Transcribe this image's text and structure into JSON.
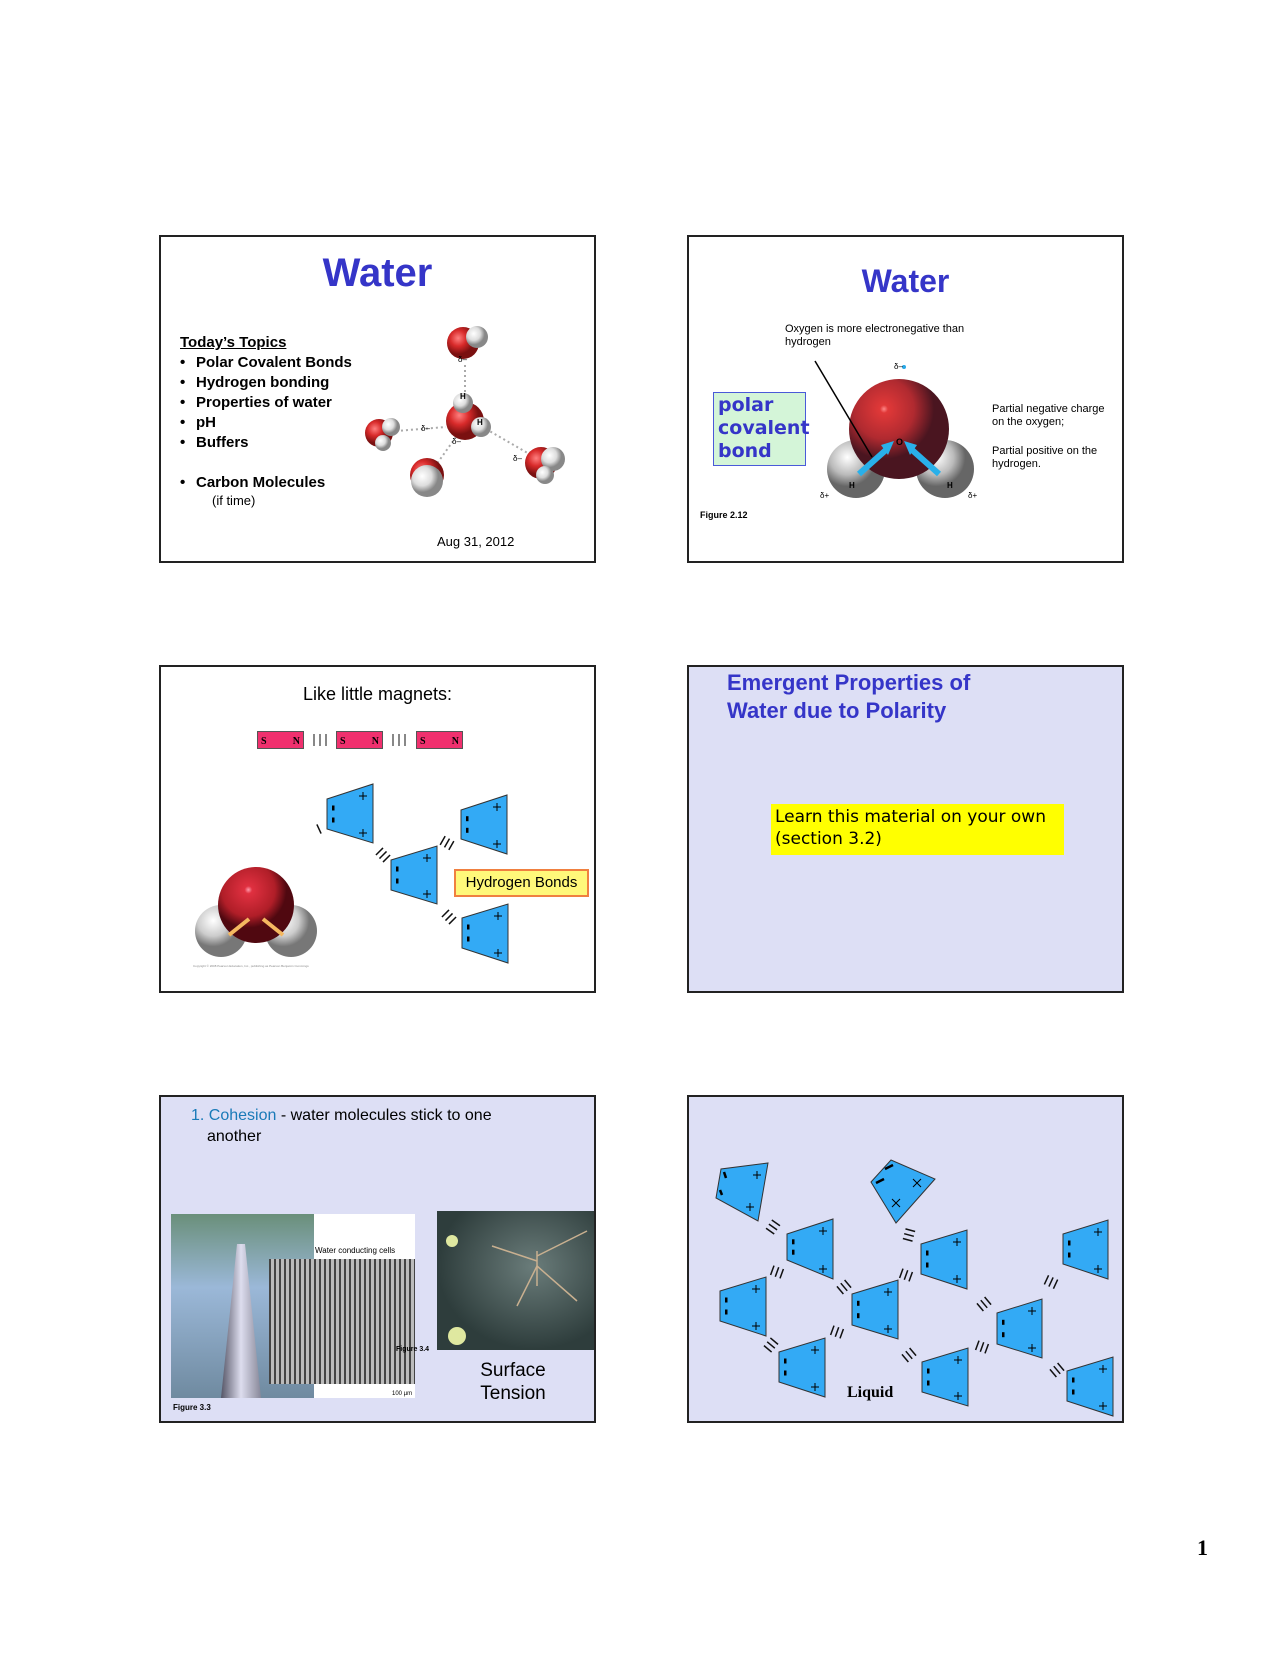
{
  "slides": [
    {
      "title": "Water",
      "topics_heading": "Today’s Topics",
      "topics": [
        "Polar Covalent Bonds",
        "Hydrogen bonding",
        "Properties of water",
        "pH",
        "Buffers"
      ],
      "extra_topic": "Carbon Molecules",
      "extra_note": "(if time)",
      "date": "Aug 31, 2012",
      "molecule_labels": {
        "h": "H",
        "delta_minus": "δ–",
        "plus": "+"
      }
    },
    {
      "title": "Water",
      "caption": "Oxygen is more electronegative than hydrogen",
      "callout": "polar covalent bond",
      "note_negative": "Partial negative charge on the oxygen;",
      "note_positive": "Partial positive on the hydrogen.",
      "figure": "Figure 2.12",
      "labels": {
        "o": "O",
        "h": "H",
        "delta_plus": "δ+",
        "delta_minus": "δ–"
      }
    },
    {
      "title": "Like little magnets:",
      "magnet_labels": {
        "s": "S",
        "n": "N"
      },
      "label": "Hydrogen Bonds",
      "copyright": "Copyright © 2008 Pearson Education, Inc., publishing as Pearson Benjamin Cummings"
    },
    {
      "title_line1": "Emergent Properties of",
      "title_line2": "Water due to Polarity",
      "note_line1": "Learn this material on your own",
      "note_line2": "(section 3.2)"
    },
    {
      "heading_number": "1. Cohesion",
      "heading_rest": " - water molecules stick to one",
      "heading_line2": "another",
      "image_label": "Water conducting cells",
      "scale": "100 µm",
      "figure_a": "Figure 3.3",
      "figure_b": "Figure 3.4",
      "caption_line1": "Surface",
      "caption_line2": "Tension"
    },
    {
      "label": "Liquid"
    }
  ],
  "page_number": "1",
  "colors": {
    "title_blue": "#3535c8",
    "slide_lavender": "#dddff5",
    "molecule_blue": "#33aaf5",
    "magnet_pink": "#f0306e",
    "highlight_yellow": "#ffff00",
    "cohesion_blue": "#1a7ab8"
  }
}
